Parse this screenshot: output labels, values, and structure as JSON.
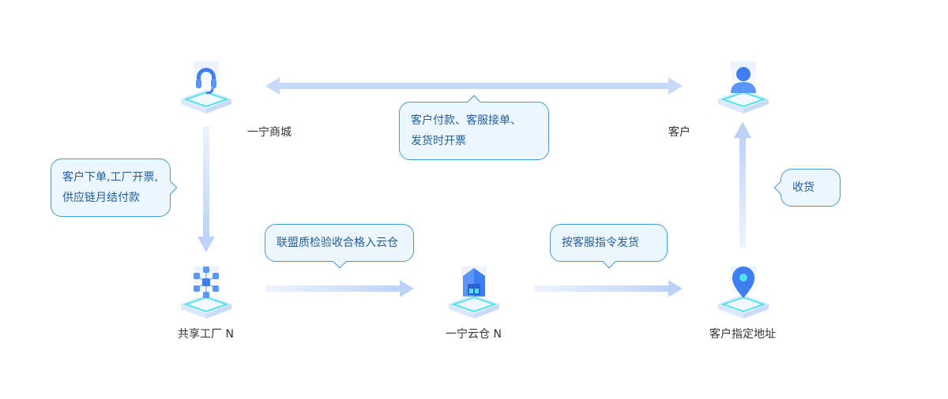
{
  "nodes": {
    "mall": {
      "label": "一宁商城",
      "icon": "headset-icon"
    },
    "customer": {
      "label": "客户",
      "icon": "user-icon"
    },
    "factory": {
      "label": "共享工厂 N",
      "icon": "network-cubes-icon"
    },
    "cloud_warehouse": {
      "label": "一宁云仓 N",
      "icon": "warehouse-icon"
    },
    "address": {
      "label": "客户指定地址",
      "icon": "location-pin-icon"
    }
  },
  "bubbles": {
    "payment": {
      "lines": [
        "客户付款、客服接单、",
        "发货时开票"
      ]
    },
    "order": {
      "lines": [
        "客户下单,工厂开票,",
        "供应链月结付款"
      ]
    },
    "inspection": {
      "lines": [
        "联盟质检验收合格入云仓"
      ]
    },
    "dispatch": {
      "lines": [
        "按客服指令发货"
      ]
    },
    "receive": {
      "lines": [
        "收货"
      ]
    }
  },
  "colors": {
    "arrow": "#bcd3f7",
    "bubble_border": "#4a9ad8",
    "bubble_fill": "#eef6fd",
    "bubble_text": "#1f5f9e",
    "icon_blue": "#3f7ef0",
    "icon_cyan": "#4fe3f0"
  }
}
